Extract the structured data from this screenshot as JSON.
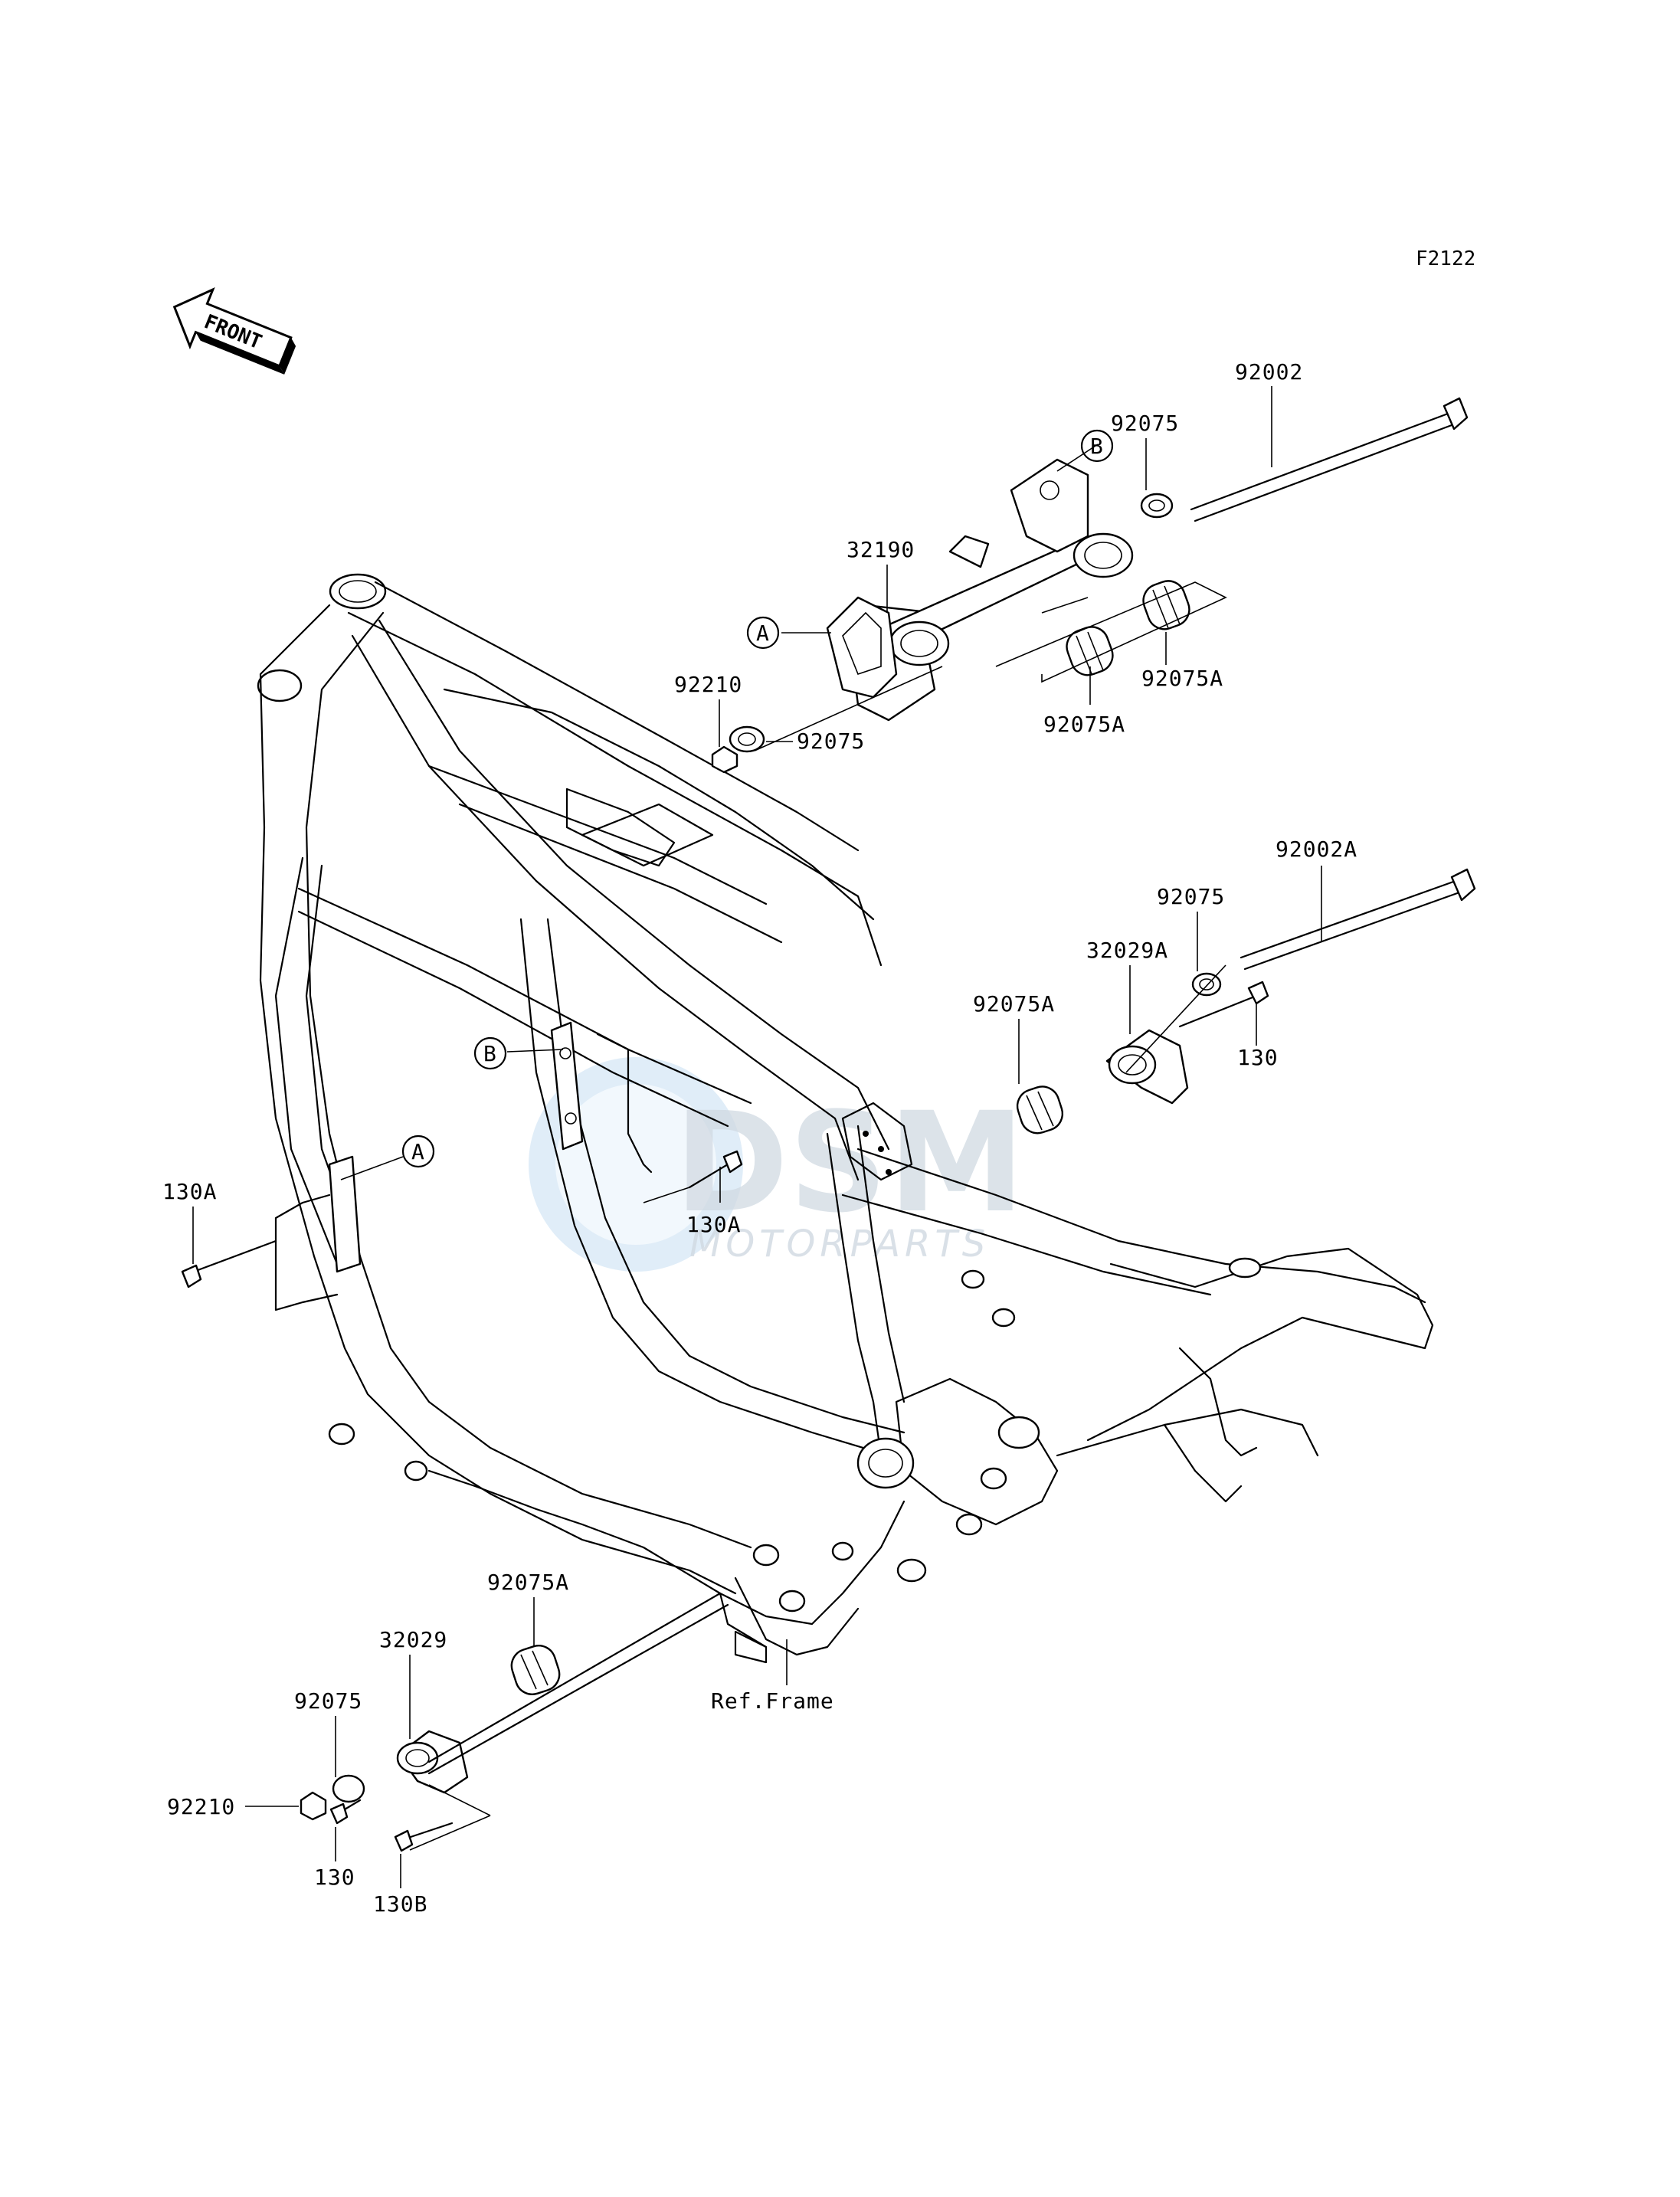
{
  "diagram_code": "F2122",
  "front_arrow": "FRONT",
  "watermark": {
    "brand": "DSM",
    "sub": "MOTORPARTS"
  },
  "ref_frame": "Ref.Frame",
  "callouts": {
    "a": "A",
    "b": "B"
  },
  "parts": {
    "p92002": "92002",
    "p92075_top": "92075",
    "p32190": "32190",
    "p92210_top": "92210",
    "p92075_mid": "92075",
    "p92075A_r1": "92075A",
    "p92075A_r2": "92075A",
    "p92002A": "92002A",
    "p92075_r": "92075",
    "p32029A": "32029A",
    "p92075A_r3": "92075A",
    "p130_r": "130",
    "p130A_l": "130A",
    "p130A_c": "130A",
    "p92075A_b": "92075A",
    "p32029": "32029",
    "p92075_b": "92075",
    "p92210_b": "92210",
    "p130_b": "130",
    "p130B": "130B"
  }
}
